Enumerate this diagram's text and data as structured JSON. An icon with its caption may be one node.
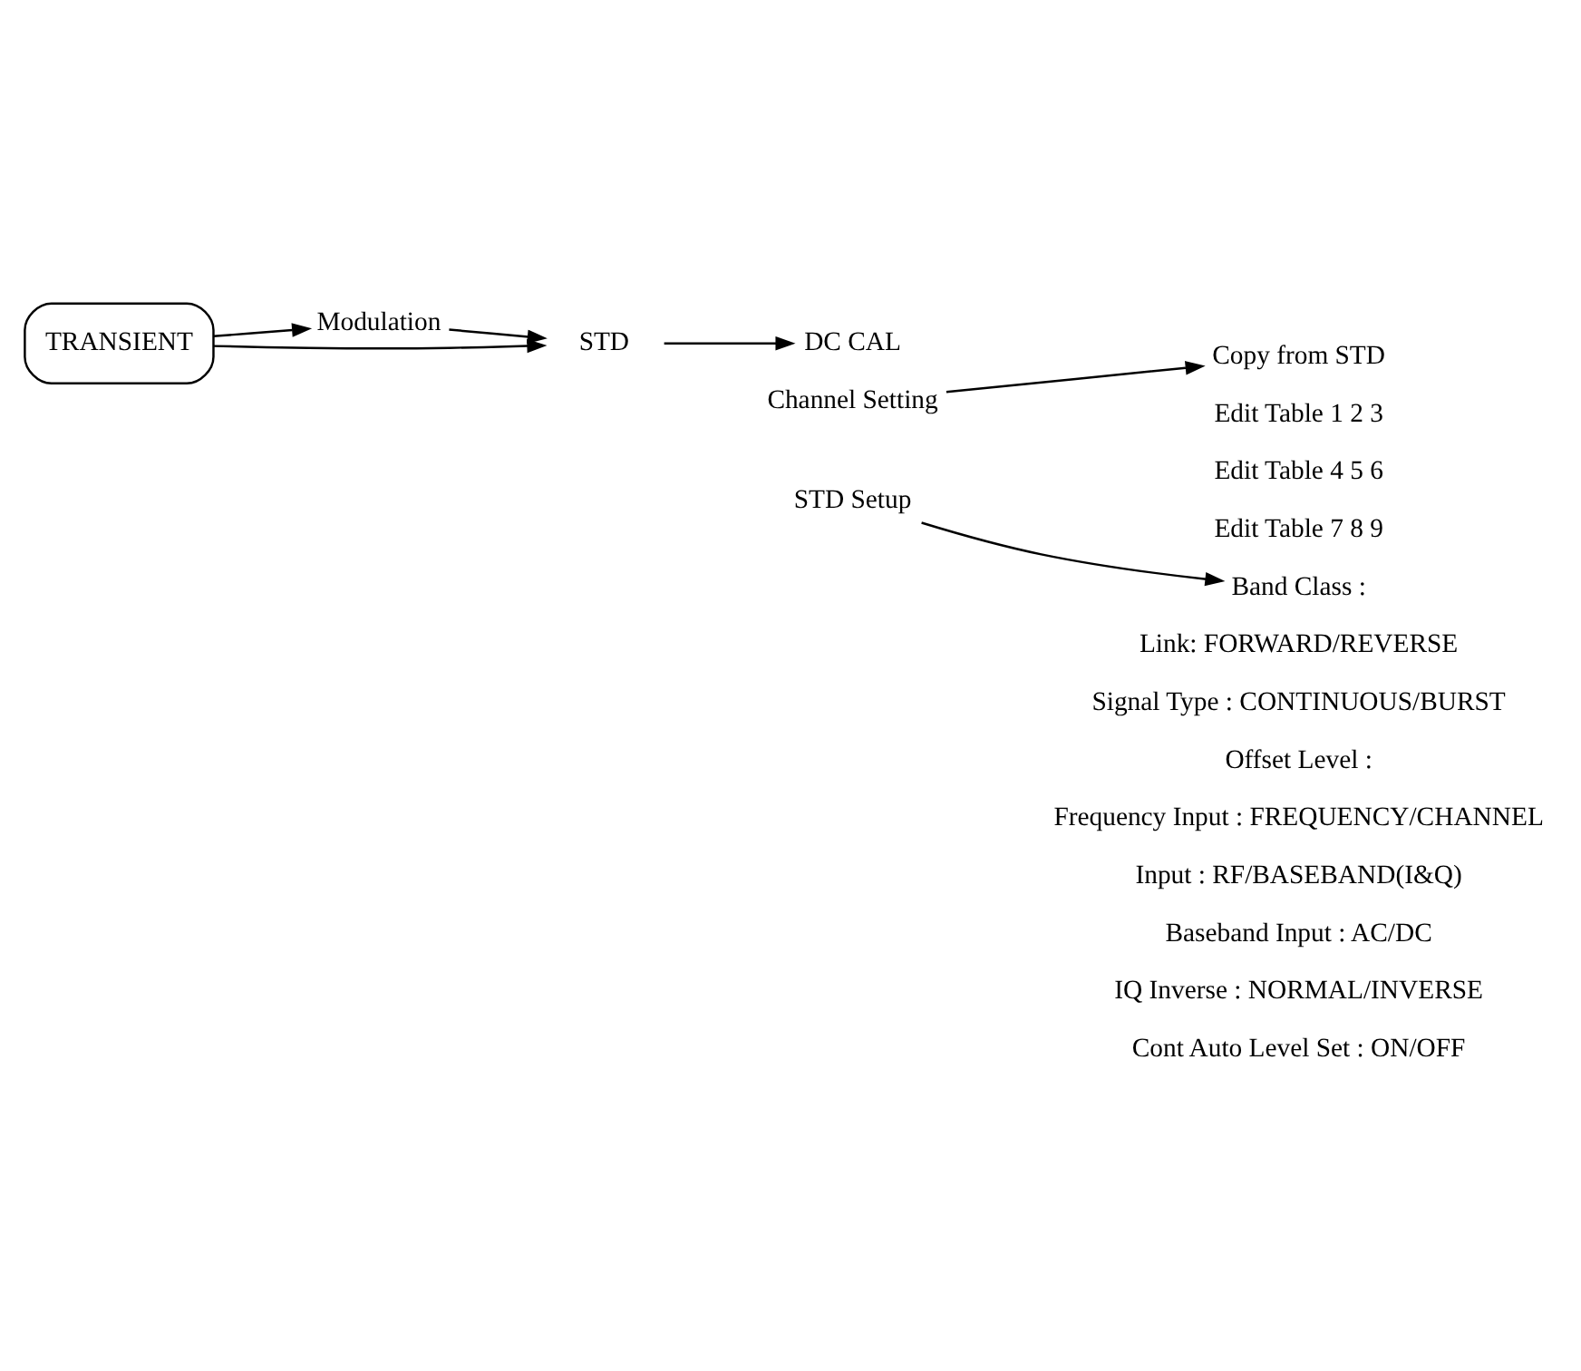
{
  "diagram": {
    "nodes": [
      {
        "text": [
          "TRANSIENT"
        ]
      },
      {
        "text": [
          "Modulation"
        ]
      },
      {
        "text": [
          "STD"
        ]
      },
      {
        "text": [
          "DC CAL"
        ]
      },
      {
        "text": [
          "Channel Setting"
        ]
      },
      {
        "text": [
          "STD Setup"
        ]
      },
      {
        "text": [
          "Copy from STD"
        ]
      },
      {
        "text": [
          "Edit Table 1 2 3"
        ]
      },
      {
        "text": [
          "Edit Table 4 5 6"
        ]
      },
      {
        "text": [
          "Edit Table 7 8 9"
        ]
      },
      {
        "text": [
          "Band Class :"
        ]
      },
      {
        "text": [
          "Link: FORWARD/REVERSE"
        ]
      },
      {
        "text": [
          "Signal Type : CONTINUOUS/BURST"
        ]
      },
      {
        "text": [
          "Offset Level :"
        ]
      },
      {
        "text": [
          "Frequency Input : FREQUENCY/CHANNEL"
        ]
      },
      {
        "text": [
          "Input : RF/BASEBAND(I&Q)"
        ]
      },
      {
        "text": [
          "Baseband Input : AC/DC"
        ]
      },
      {
        "text": [
          "IQ Inverse : NORMAL/INVERSE"
        ]
      },
      {
        "text": [
          "Cont Auto Level Set : ON/OFF"
        ]
      }
    ],
    "edges": [
      {
        "from": 0,
        "to": 1,
        "arrow": "to"
      },
      {
        "from": 1,
        "to": 2,
        "arrow": "to"
      },
      {
        "from": 0,
        "to": 2,
        "arrow": "to"
      },
      {
        "from": 2,
        "to": 3,
        "arrow": "to"
      },
      {
        "from": 4,
        "to": 6,
        "arrow": "to"
      },
      {
        "from": 5,
        "to": 10,
        "arrow": "to"
      }
    ]
  }
}
